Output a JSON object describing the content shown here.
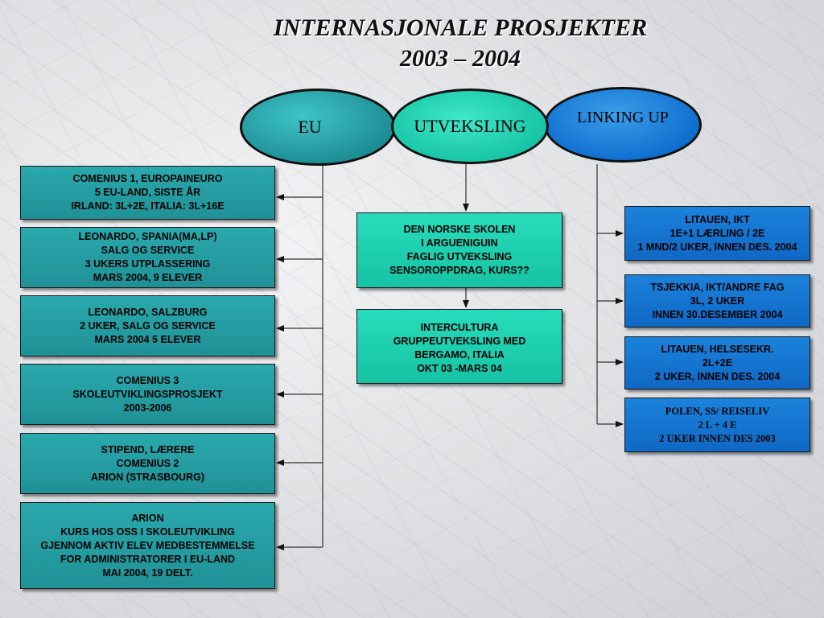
{
  "title": {
    "line1": "INTERNASJONALE PROSJEKTER",
    "line2": "2003 – 2004"
  },
  "categories": {
    "eu": "EU",
    "utveksling": "UTVEKSLING",
    "linking_up": "LINKING UP"
  },
  "eu_boxes": [
    {
      "lines": [
        "COMENIUS 1, EUROPAINEURO",
        "5 EU-LAND, SISTE ÅR",
        "IRLAND: 3L+2E, ITALIA: 3L+16E"
      ]
    },
    {
      "lines": [
        "LEONARDO, SPANIA(MA,LP)",
        "SALG OG SERVICE",
        "3 UKERS UTPLASSERING",
        "MARS 2004, 9 ELEVER"
      ]
    },
    {
      "lines": [
        "LEONARDO, SALZBURG",
        "2 UKER, SALG OG SERVICE",
        "MARS 2004 5 ELEVER"
      ]
    },
    {
      "lines": [
        "COMENIUS 3",
        "SKOLEUTVIKLINGSPROSJEKT",
        "2003-2006"
      ]
    },
    {
      "lines": [
        "STIPEND, LÆRERE",
        "COMENIUS 2",
        "ARION (STRASBOURG)"
      ]
    },
    {
      "lines": [
        "ARION",
        "KURS HOS OSS I SKOLEUTVIKLING",
        "GJENNOM AKTIV ELEV MEDBESTEMMELSE",
        "FOR ADMINISTRATORER I EU-LAND",
        "MAI 2004, 19 DELT."
      ]
    }
  ],
  "utveksling_boxes": [
    {
      "lines": [
        "DEN NORSKE SKOLEN",
        "I ARGUENIGUIN",
        "FAGLIG UTVEKSLING",
        "SENSOROPPDRAG, KURS??"
      ]
    },
    {
      "lines": [
        "INTERCULTURA",
        "GRUPPEUTVEKSLING MED",
        "BERGAMO, ITALIA",
        "OKT 03 -MARS 04"
      ]
    }
  ],
  "linking_boxes": [
    {
      "lines": [
        "LITAUEN, IKT",
        "1E+1 LÆRLING / 2E",
        "1 MND/2 UKER, INNEN DES. 2004"
      ]
    },
    {
      "lines": [
        "TSJEKKIA, IKT/ANDRE FAG",
        "3L, 2 UKER",
        "INNEN 30.DESEMBER 2004"
      ]
    },
    {
      "lines": [
        "LITAUEN, HELSESEKR.",
        "2L+2E",
        "2 UKER, INNEN DES. 2004"
      ]
    },
    {
      "lines": [
        "POLEN, SS/ REISELIV",
        "2 L + 4 E",
        "2 UKER INNEN DES 2003"
      ]
    }
  ],
  "colors": {
    "eu_fill": "#1f9196",
    "utveksling_fill": "#16c3a4",
    "linking_fill": "#0f68c4"
  }
}
